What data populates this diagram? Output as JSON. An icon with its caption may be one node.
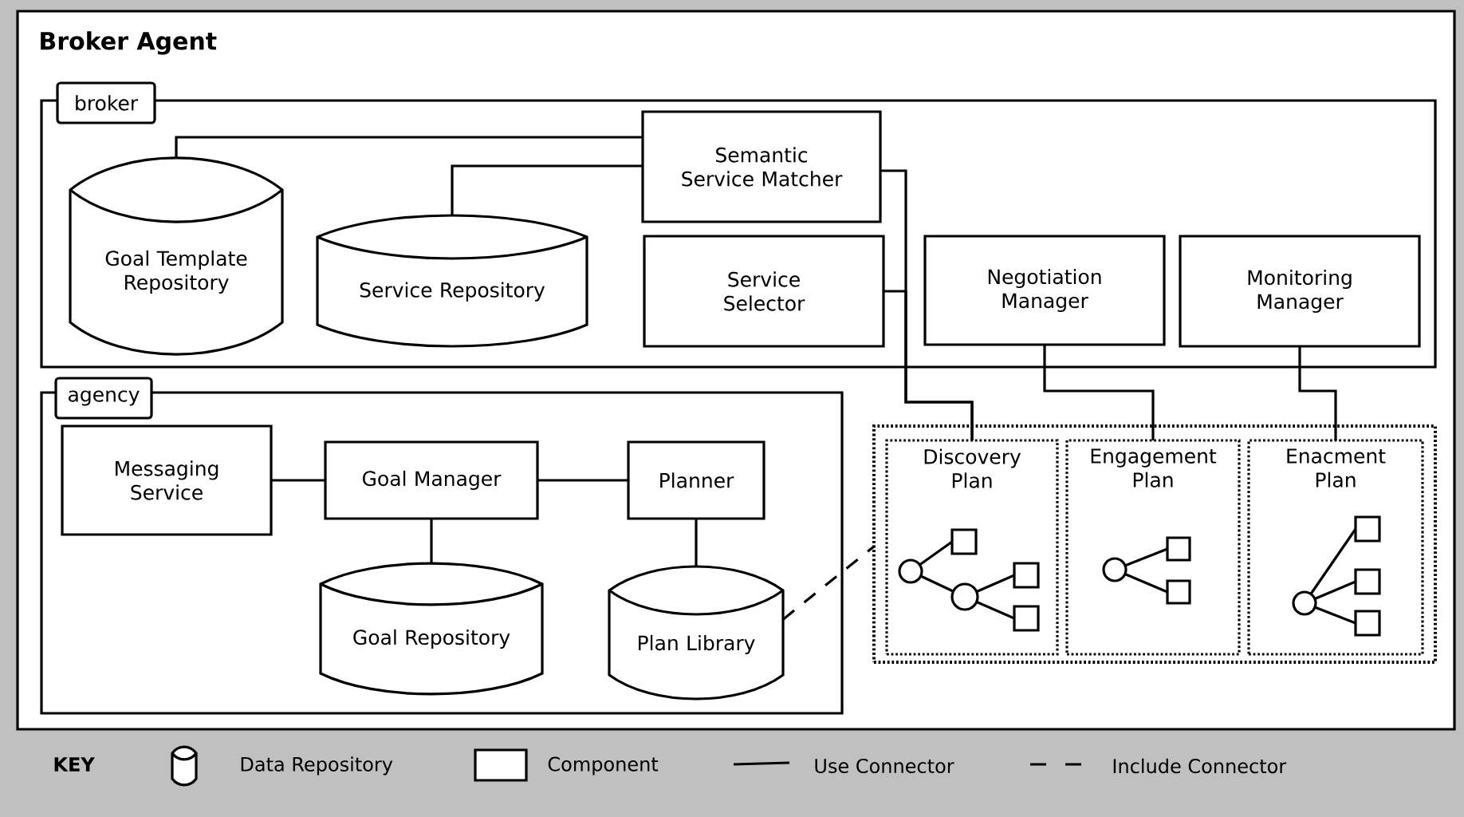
{
  "diagram": {
    "nodes": [
      {
        "text": [
          "Broker Agent"
        ]
      },
      {
        "text": [
          "broker"
        ],
        "in": 0
      },
      {
        "text": [
          "Goal Template Repository"
        ],
        "in": 1
      },
      {
        "text": [
          "Service Repository"
        ],
        "in": 1
      },
      {
        "text": [
          "Semantic Service Matcher"
        ],
        "in": 1
      },
      {
        "text": [
          "Service Selector"
        ],
        "in": 1
      },
      {
        "text": [
          "Negotiation Manager"
        ],
        "in": 1
      },
      {
        "text": [
          "Monitoring Manager"
        ],
        "in": 1
      },
      {
        "text": [
          "agency"
        ],
        "in": 0
      },
      {
        "text": [
          "Messaging Service"
        ],
        "in": 8
      },
      {
        "text": [
          "Goal Manager"
        ],
        "in": 8
      },
      {
        "text": [
          "Planner"
        ],
        "in": 8
      },
      {
        "text": [
          "Goal Repository"
        ],
        "in": 8
      },
      {
        "text": [
          "Plan Library"
        ],
        "in": 8
      },
      {
        "text": [],
        "shape": "box",
        "in": 0
      },
      {
        "text": [
          "Discovery Plan"
        ],
        "in": 14
      },
      {
        "text": [
          "Engagement Plan"
        ],
        "in": 14
      },
      {
        "text": [
          "Enacment Plan"
        ],
        "in": 14
      }
    ],
    "edges": [
      {
        "from": 2,
        "to": 4,
        "arrow": "none"
      },
      {
        "from": 3,
        "to": 4,
        "arrow": "none"
      },
      {
        "from": 4,
        "to": 15,
        "arrow": "none"
      },
      {
        "from": 5,
        "to": 15,
        "arrow": "none"
      },
      {
        "from": 6,
        "to": 16,
        "arrow": "none"
      },
      {
        "from": 7,
        "to": 17,
        "arrow": "none"
      },
      {
        "from": 9,
        "to": 10,
        "arrow": "none"
      },
      {
        "from": 10,
        "to": 11,
        "arrow": "none"
      },
      {
        "from": 10,
        "to": 12,
        "arrow": "none"
      },
      {
        "from": 11,
        "to": 13,
        "arrow": "none"
      },
      {
        "from": 13,
        "to": 14,
        "arrow": "none",
        "style": "dashed"
      }
    ],
    "labels": [
      "KEY"
    ],
    "legend": [
      {
        "text": "Data Repository"
      },
      {
        "text": "Component"
      },
      {
        "text": "Use Connector"
      },
      {
        "text": "Include Connector"
      }
    ]
  }
}
